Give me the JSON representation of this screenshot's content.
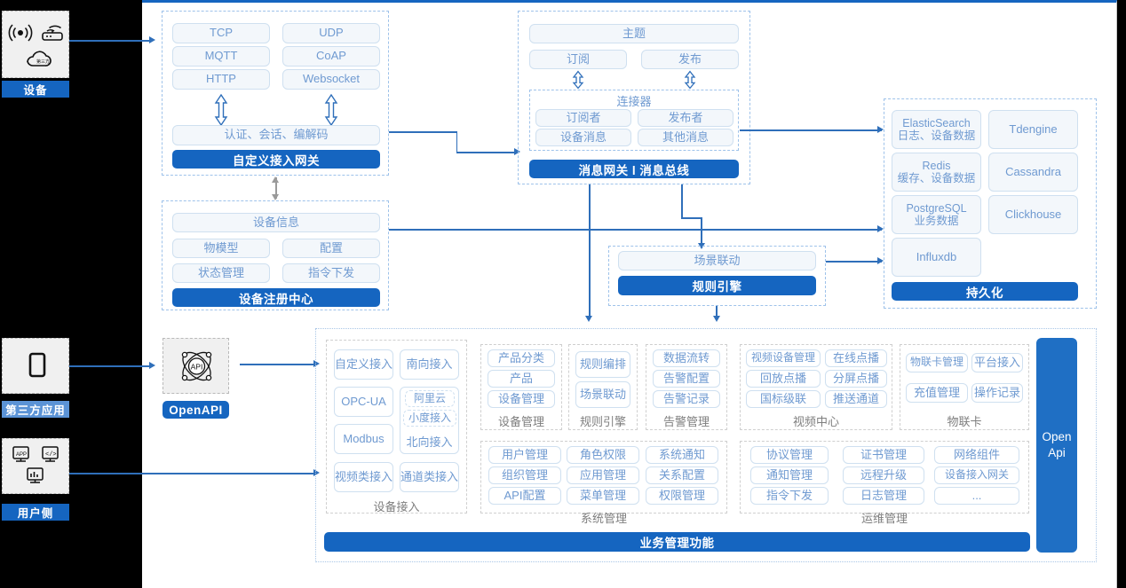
{
  "left_rail": [
    {
      "icons": [
        "wifi-signal-icon",
        "router-icon",
        "cloud-icon"
      ],
      "label": "设备"
    },
    {
      "icons": [
        "mobile-phone-icon"
      ],
      "label": "第三方应用"
    },
    {
      "icons": [
        "app-window-icon",
        "code-window-icon",
        "chart-window-icon"
      ],
      "label": "用户侧"
    }
  ],
  "openapi_node": {
    "icon": "api-atom-icon",
    "label": "OpenAPI"
  },
  "gateway": {
    "protocols": [
      "TCP",
      "UDP",
      "MQTT",
      "CoAP",
      "HTTP",
      "Websocket"
    ],
    "middle": "认证、会话、编解码",
    "band": "自定义接入网关"
  },
  "message_bus": {
    "topic": "主题",
    "subscribe": "订阅",
    "publish": "发布",
    "connector_title": "连接器",
    "connector_items": [
      "订阅者",
      "发布者",
      "设备消息",
      "其他消息"
    ],
    "band": "消息网关 l 消息总线"
  },
  "registry": {
    "info": "设备信息",
    "items": [
      "物模型",
      "配置",
      "状态管理",
      "指令下发"
    ],
    "band": "设备注册中心"
  },
  "rule_engine": {
    "scene": "场景联动",
    "band": "规则引擎"
  },
  "persistence": {
    "stores": [
      {
        "name": "ElasticSearch",
        "desc": "日志、设备数据"
      },
      {
        "name": "Tdengine",
        "desc": ""
      },
      {
        "name": "Redis",
        "desc": "缓存、设备数据"
      },
      {
        "name": "Cassandra",
        "desc": ""
      },
      {
        "name": "PostgreSQL",
        "desc": "业务数据"
      },
      {
        "name": "Clickhouse",
        "desc": ""
      },
      {
        "name": "Influxdb",
        "desc": ""
      }
    ],
    "band": "持久化"
  },
  "business": {
    "band": "业务管理功能",
    "open_api_column": "Open Api",
    "device_access": {
      "caption": "设备接入",
      "left": [
        "自定义接入",
        "OPC-UA",
        "Modbus",
        "视频类接入"
      ],
      "right_top": "南向接入",
      "northbound": {
        "nested": [
          "阿里云",
          "小度接入"
        ],
        "label": "北向接入"
      },
      "right_bottom": "通道类接入"
    },
    "groups": [
      {
        "caption": "设备管理",
        "items": [
          "产品分类",
          "产品",
          "设备管理"
        ]
      },
      {
        "caption": "规则引擎",
        "items": [
          "规则编排",
          "场景联动"
        ]
      },
      {
        "caption": "告警管理",
        "items": [
          "数据流转",
          "告警配置",
          "告警记录"
        ]
      },
      {
        "caption": "视频中心",
        "items": [
          "视频设备管理",
          "在线点播",
          "回放点播",
          "分屏点播",
          "国标级联",
          "推送通道"
        ]
      },
      {
        "caption": "物联卡",
        "items": [
          "物联卡管理",
          "平台接入",
          "充值管理",
          "操作记录"
        ]
      },
      {
        "caption": "系统管理",
        "items": [
          "用户管理",
          "角色权限",
          "系统通知",
          "组织管理",
          "应用管理",
          "关系配置",
          "API配置",
          "菜单管理",
          "权限管理"
        ]
      },
      {
        "caption": "运维管理",
        "items": [
          "协议管理",
          "证书管理",
          "网络组件",
          "通知管理",
          "远程升级",
          "设备接入网关",
          "指令下发",
          "日志管理",
          "..."
        ]
      }
    ]
  },
  "colors": {
    "brand": "#1565c0",
    "chip_text": "#6f9ad1",
    "chip_bg": "#f3f7fb",
    "line": "#2f6fba",
    "caption": "#7e7e7e"
  }
}
